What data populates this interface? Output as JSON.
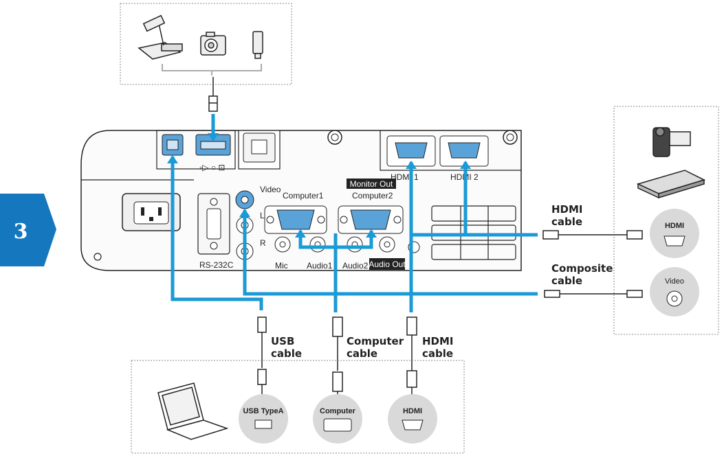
{
  "step_number": "3",
  "projector": {
    "ports": {
      "video": "Video",
      "computer1": "Computer1",
      "computer2": "Computer2",
      "monitor_out": "Monitor Out",
      "hdmi1": "HDMI 1",
      "hdmi2": "HDMI 2",
      "rs232c": "RS-232C",
      "mic": "Mic",
      "audio1": "Audio1",
      "audio2": "Audio2",
      "audio_out": "Audio Out",
      "left": "L",
      "right": "R"
    }
  },
  "cables": {
    "usb": [
      "USB",
      "cable"
    ],
    "computer": [
      "Computer",
      "cable"
    ],
    "hdmi_bottom": [
      "HDMI",
      "cable"
    ],
    "hdmi_right": [
      "HDMI",
      "cable"
    ],
    "composite": [
      "Composite",
      "cable"
    ]
  },
  "device_ports": {
    "usb_type_a": "USB TypeA",
    "computer": "Computer",
    "hdmi_bottom": "HDMI",
    "hdmi_right": "HDMI",
    "video": "Video"
  },
  "colors": {
    "accent_blue": "#1a9ad6",
    "step_blue": "#1577bd",
    "port_blue": "#5aa3d8",
    "badge_gray": "#d9d9d9",
    "line_black": "#222222"
  }
}
